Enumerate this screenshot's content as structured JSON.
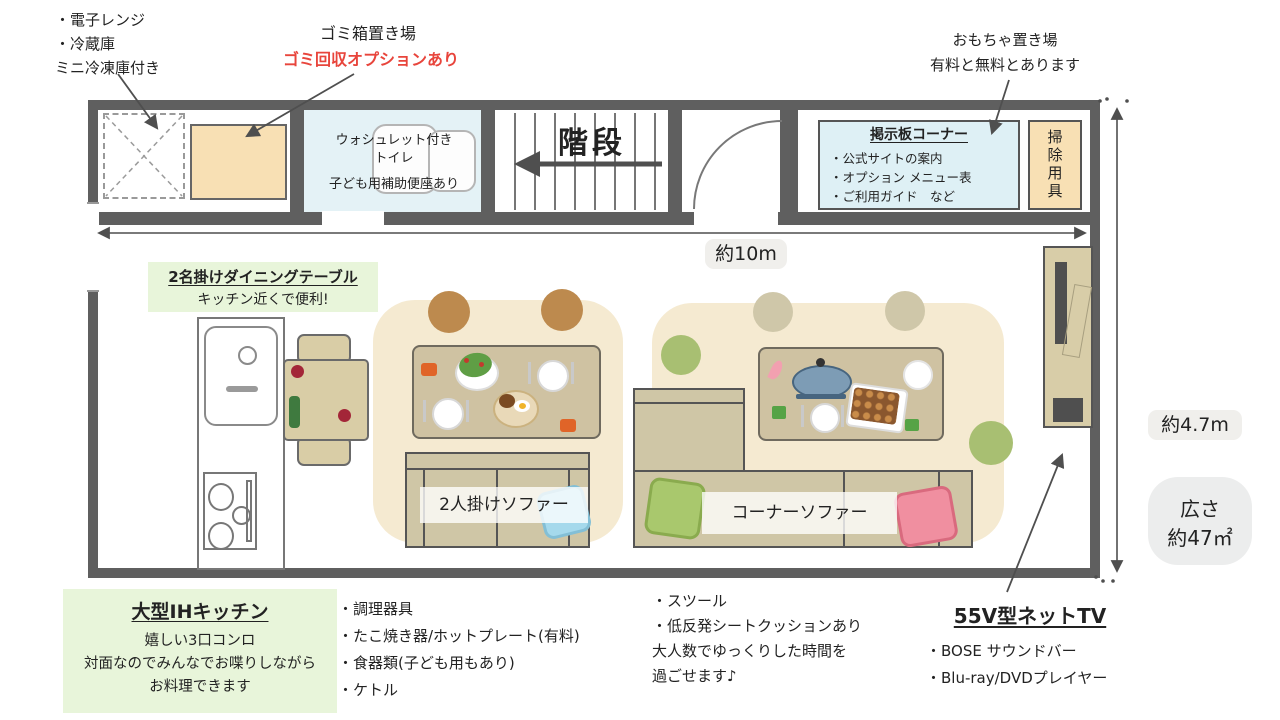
{
  "colors": {
    "wall": "#5f5f5f",
    "accent_red": "#e8453c",
    "rug_beige": "#f5ead1",
    "table_tan": "#cfc2a2",
    "sofa_beige": "#cfc6a6",
    "note_green_bg": "#e8f5da",
    "board_blue_bg": "#def0f5",
    "storage_orange_bg": "#f8e0b4",
    "toilet_blue_bg": "#e4f2f6"
  },
  "top_notes": {
    "appliances": [
      "・電子レンジ",
      "・冷蔵庫",
      "ミニ冷凍庫付き"
    ],
    "trash_title": "ゴミ箱置き場",
    "trash_option": "ゴミ回収オプションあり",
    "toys_line1": "おもちゃ置き場",
    "toys_line2": "有料と無料とあります"
  },
  "plan": {
    "stairs_label": "階段",
    "toilet_lines": [
      "ウォシュレット付き",
      "トイレ",
      "子ども用補助便座あり"
    ],
    "bulletin_title": "掲示板コーナー",
    "bulletin_items": [
      "・公式サイトの案内",
      "・オプション メニュー表",
      "・ご利用ガイド　など"
    ],
    "cleaning_label": "掃除用具",
    "dining_note_line1": "2名掛けダイニングテーブル",
    "dining_note_line2": "キッチン近くで便利!",
    "sofa2_label": "2人掛けソファー",
    "corner_sofa_label": "コーナーソファー",
    "width_label": "約10m",
    "height_label": "約4.7m",
    "area_line1": "広さ",
    "area_line2": "約47㎡"
  },
  "bottom_notes": {
    "kitchen_title": "大型IHキッチン",
    "kitchen_lines": [
      "嬉しい3口コンロ",
      "対面なのでみんなでお喋りしながら",
      "お料理できます"
    ],
    "equipment_items": [
      "・調理器具",
      "・たこ焼き器/ホットプレート(有料)",
      "・食器類(子ども用もあり)",
      "・ケトル"
    ],
    "comfort_items": [
      "・スツール",
      "・低反発シートクッションあり",
      "大人数でゆっくりした時間を",
      "過ごせます♪"
    ],
    "tv_title": "55V型ネットTV",
    "tv_items": [
      "・BOSE サウンドバー",
      "・Blu-ray/DVDプレイヤー"
    ]
  }
}
